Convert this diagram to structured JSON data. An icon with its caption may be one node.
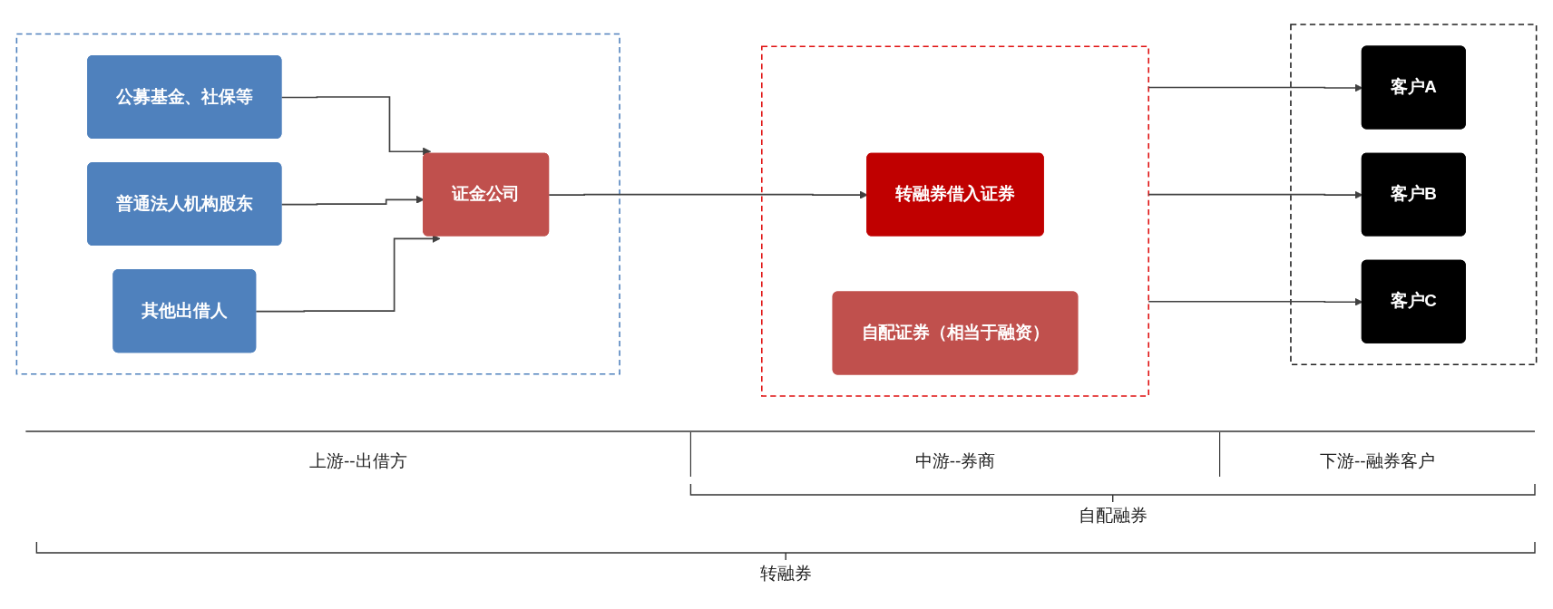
{
  "diagram": {
    "nodes": [
      {
        "text": [],
        "shape": "box"
      },
      {
        "text": [
          "公募基金、社保等"
        ],
        "in": 0
      },
      {
        "text": [
          "普通法人机构股东"
        ],
        "in": 0
      },
      {
        "text": [
          "其他出借人"
        ],
        "in": 0
      },
      {
        "text": [
          "证金公司"
        ],
        "in": 0
      },
      {
        "text": [],
        "shape": "box"
      },
      {
        "text": [
          "转融券借入证券"
        ],
        "in": 5
      },
      {
        "text": [
          "自配证券（相当于融资）"
        ],
        "in": 5
      },
      {
        "text": [],
        "shape": "box"
      },
      {
        "text": [
          "客户A"
        ],
        "in": 8
      },
      {
        "text": [
          "客户B"
        ],
        "in": 8
      },
      {
        "text": [
          "客户C"
        ],
        "in": 8
      }
    ],
    "edges": [
      {
        "from": 1,
        "to": 4,
        "arrow": "to"
      },
      {
        "from": 2,
        "to": 4,
        "arrow": "to"
      },
      {
        "from": 3,
        "to": 4,
        "arrow": "to"
      },
      {
        "from": 4,
        "to": 6,
        "arrow": "to"
      },
      {
        "from": 5,
        "to": 9,
        "arrow": "to"
      },
      {
        "from": 5,
        "to": 10,
        "arrow": "to"
      },
      {
        "from": 5,
        "to": 11,
        "arrow": "to"
      }
    ],
    "labels": [
      "上游--出借方",
      "中游--券商",
      "下游--融券客户",
      "自配融券",
      "转融券"
    ]
  }
}
